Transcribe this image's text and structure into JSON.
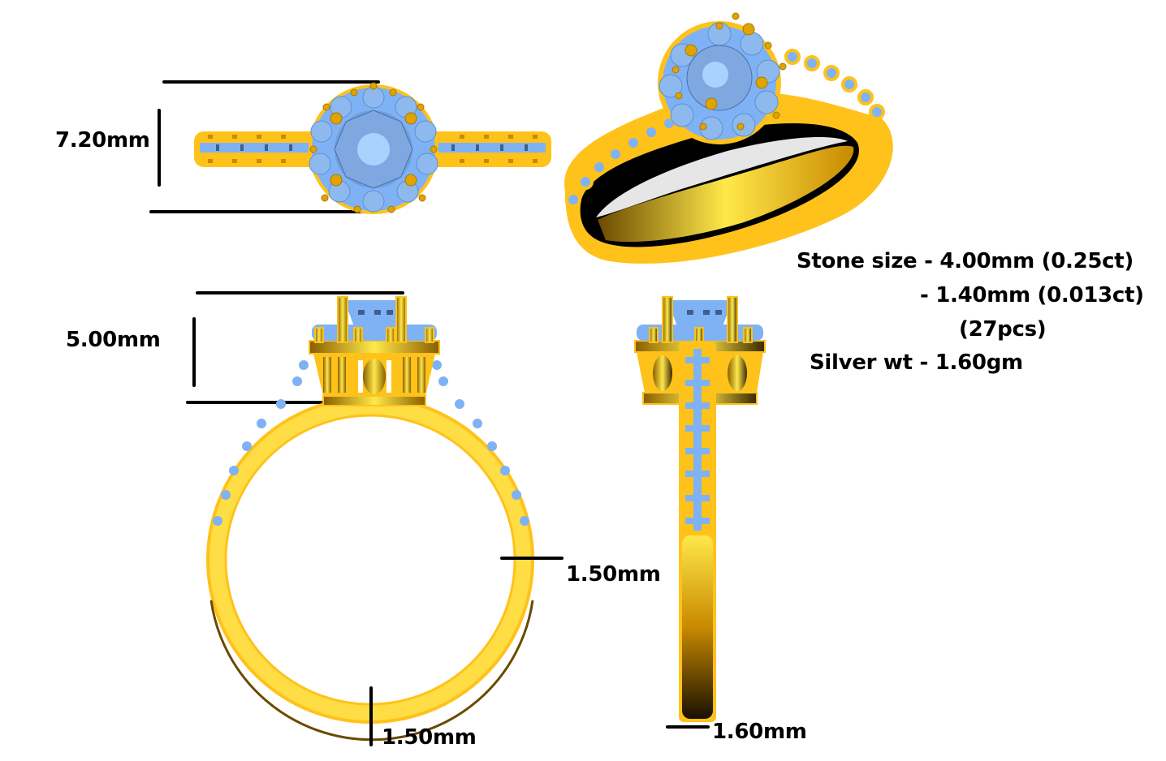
{
  "colors": {
    "gold": "#FFC21A",
    "gold_light": "#FFDD44",
    "gold_dark": "#C88A00",
    "stone_blue": "#7FB2F5",
    "stone_light": "#A9D3FF",
    "stone_dark": "#3E5F8C",
    "dimension_line": "#000000"
  },
  "views": {
    "top_view": {
      "dimension_label": "7.20mm"
    },
    "perspective_view": {},
    "front_view": {
      "head_height_label": "5.00mm",
      "shank_width_label": "1.50mm",
      "shank_bottom_label": "1.50mm"
    },
    "side_view": {
      "shank_thickness_label": "1.60mm"
    }
  },
  "specs": {
    "stone_size_line1": "Stone size - 4.00mm (0.25ct)",
    "stone_size_line2": "- 1.40mm (0.013ct)",
    "stone_size_line3": "(27pcs)",
    "silver_weight": "Silver wt - 1.60gm"
  }
}
